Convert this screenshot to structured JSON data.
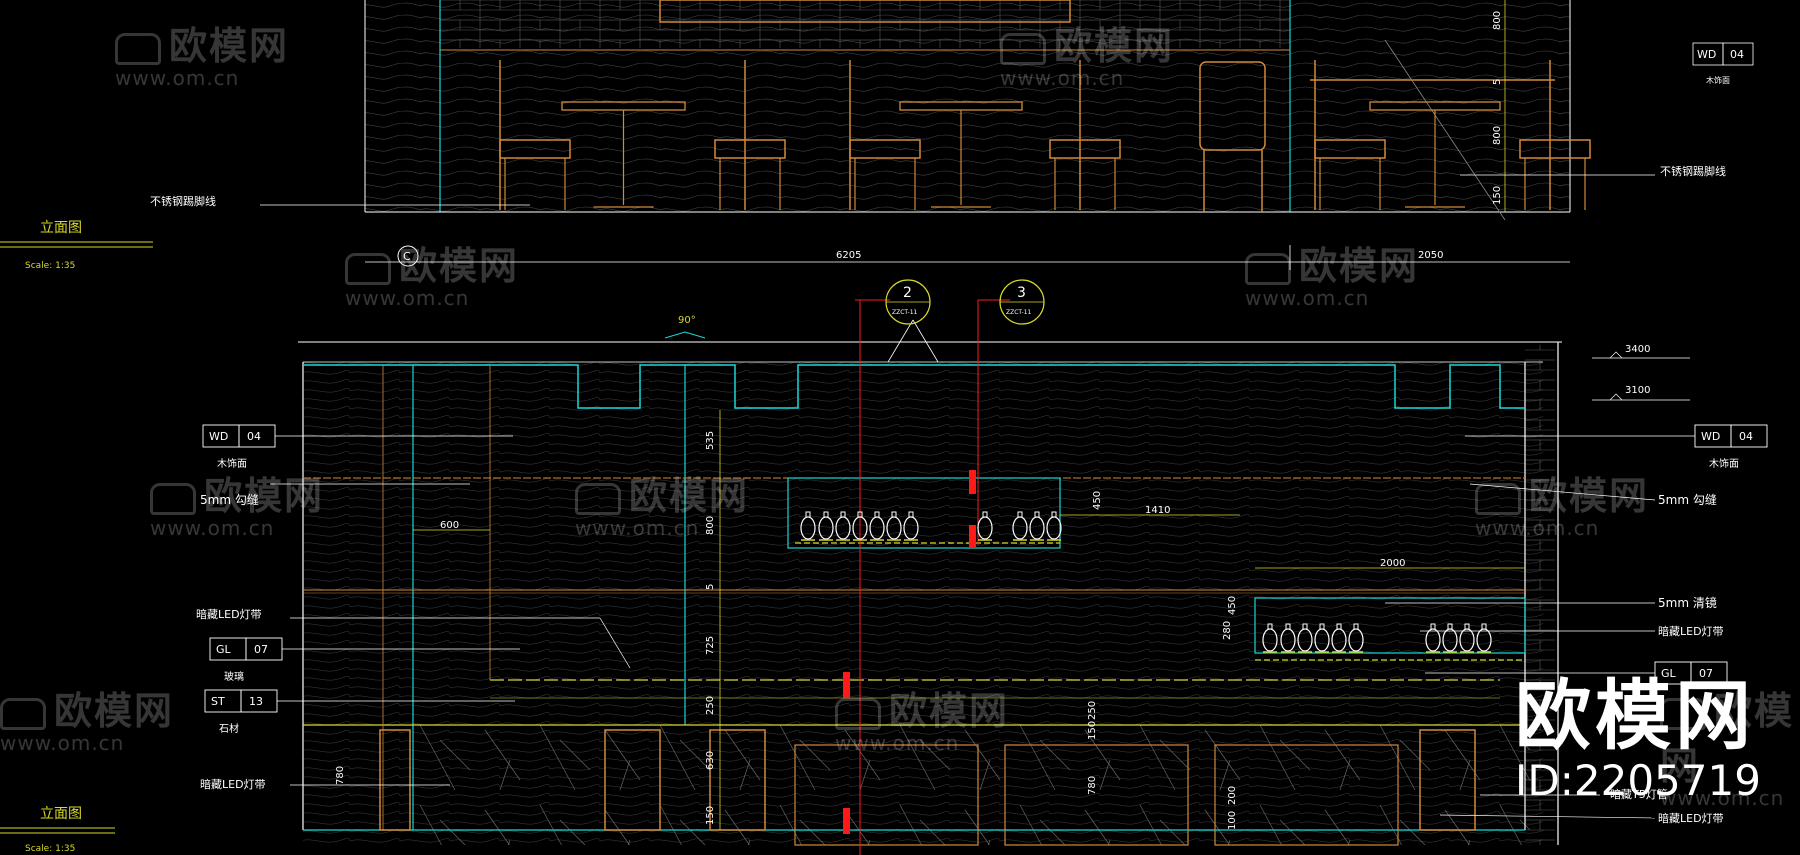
{
  "watermark": {
    "brand": "欧模网",
    "site": "www.om.cn"
  },
  "logo": {
    "title": "欧模网",
    "id_text": "ID:2205719"
  },
  "upper_view": {
    "title": "立面图",
    "scale": "Scale: 1:35",
    "section_marker": "C",
    "dims": {
      "total": "6205",
      "right": "2050",
      "height1": "800",
      "height2": "5",
      "height3": "800",
      "base": "150"
    },
    "labels": {
      "skirting_left": "不锈钢踢脚线",
      "skirting_right": "不锈钢踢脚线",
      "material_tag_code": "WD",
      "material_tag_num": "04",
      "material_tag_name": "木饰面"
    }
  },
  "lower_view": {
    "title": "立面图",
    "scale": "Scale: 1:35",
    "angle": "90°",
    "callouts": [
      {
        "num": "2",
        "sheet": "ZZCT-11"
      },
      {
        "num": "3",
        "sheet": "ZZCT-11"
      }
    ],
    "levels": [
      "3400",
      "3100"
    ],
    "dims_h": [
      "600",
      "1410",
      "2000"
    ],
    "dims_v": [
      "535",
      "800",
      "5",
      "725",
      "250",
      "630",
      "150",
      "450",
      "280",
      "250",
      "150",
      "780",
      "200",
      "100",
      "780",
      "450"
    ],
    "tags": [
      {
        "code": "WD",
        "num": "04",
        "name": "木饰面"
      },
      {
        "code": "GL",
        "num": "07",
        "name": "玻璃"
      },
      {
        "code": "ST",
        "num": "13",
        "name": "石材"
      },
      {
        "code": "WD",
        "num": "04",
        "name": "木饰面"
      },
      {
        "code": "GL",
        "num": "07",
        "name": ""
      }
    ],
    "notes": {
      "gap_left": "5mm 勾缝",
      "gap_right": "5mm 勾缝",
      "led_left_1": "暗藏LED灯带",
      "led_left_2": "暗藏LED灯带",
      "mirror": "5mm 清镜",
      "led_right_1": "暗藏LED灯带",
      "t5_right": "暗藏T5灯管",
      "led_right_2": "暗藏LED灯带"
    }
  },
  "colors": {
    "cyan": "#18d9d9",
    "yellow": "#d9d92a",
    "white": "#ffffff",
    "orange": "#d08a3a",
    "red": "#ff1a1a",
    "brown": "#8a5a2a"
  }
}
